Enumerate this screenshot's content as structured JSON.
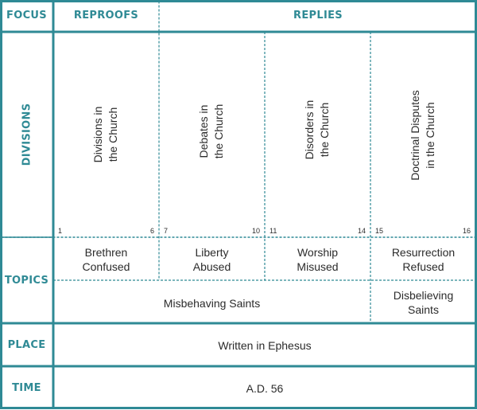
{
  "row_labels": {
    "focus": "FOCUS",
    "divisions": "DIVISIONS",
    "topics": "TOPICS",
    "place": "PLACE",
    "time": "TIME"
  },
  "focus": {
    "reproofs": "REPROOFS",
    "replies": "REPLIES"
  },
  "divisions": [
    {
      "lines": [
        "Divisions in",
        "the Church"
      ],
      "start": "1",
      "end": "6"
    },
    {
      "lines": [
        "Debates in",
        "the Church"
      ],
      "start": "7",
      "end": "10"
    },
    {
      "lines": [
        "Disorders in",
        "the Church"
      ],
      "start": "11",
      "end": "14"
    },
    {
      "lines": [
        "Doctrinal Disputes",
        "in the Church"
      ],
      "start": "15",
      "end": "16"
    }
  ],
  "topics_top": [
    {
      "lines": [
        "Brethren",
        "Confused"
      ]
    },
    {
      "lines": [
        "Liberty",
        "Abused"
      ]
    },
    {
      "lines": [
        "Worship",
        "Misused"
      ]
    },
    {
      "lines": [
        "Resurrection",
        "Refused"
      ]
    }
  ],
  "topics_bottom": {
    "misbehaving": "Misbehaving Saints",
    "disbelieving": [
      "Disbelieving",
      "Saints"
    ]
  },
  "place": "Written in Ephesus",
  "time": "A.D. 56",
  "colors": {
    "teal": "#2f8a95",
    "text": "#2b2b2b"
  }
}
